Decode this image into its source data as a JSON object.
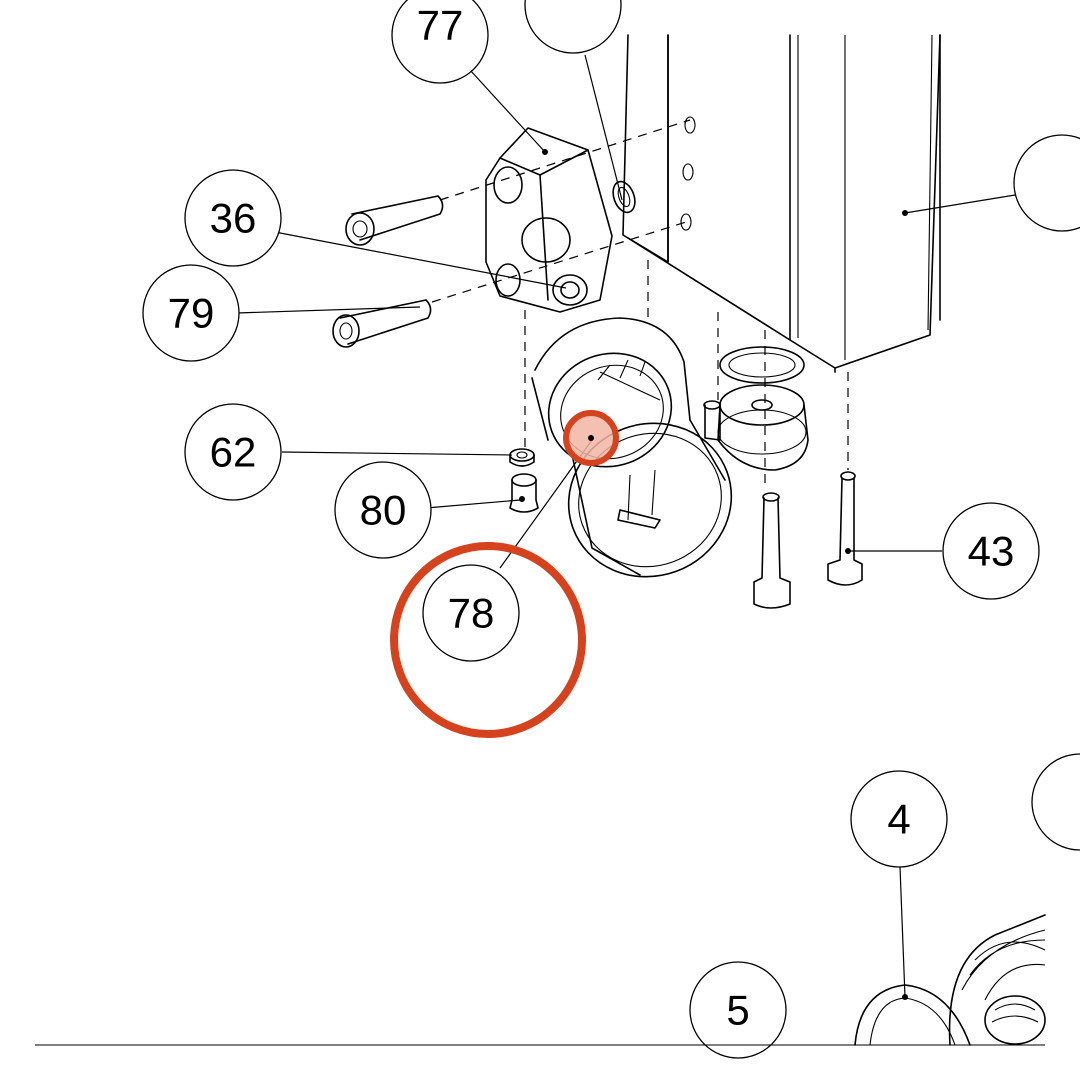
{
  "callouts": {
    "c77": "77",
    "c36": "36",
    "c79": "79",
    "c62": "62",
    "c80": "80",
    "c78": "78",
    "c43": "43",
    "c4": "4",
    "c5": "5"
  },
  "highlight": {
    "target_callout": "78",
    "ring_color": "#D4421E",
    "dot_fill": "#F2B5A3"
  },
  "icons": [
    "exploded-parts-drawing",
    "leader-dot"
  ]
}
